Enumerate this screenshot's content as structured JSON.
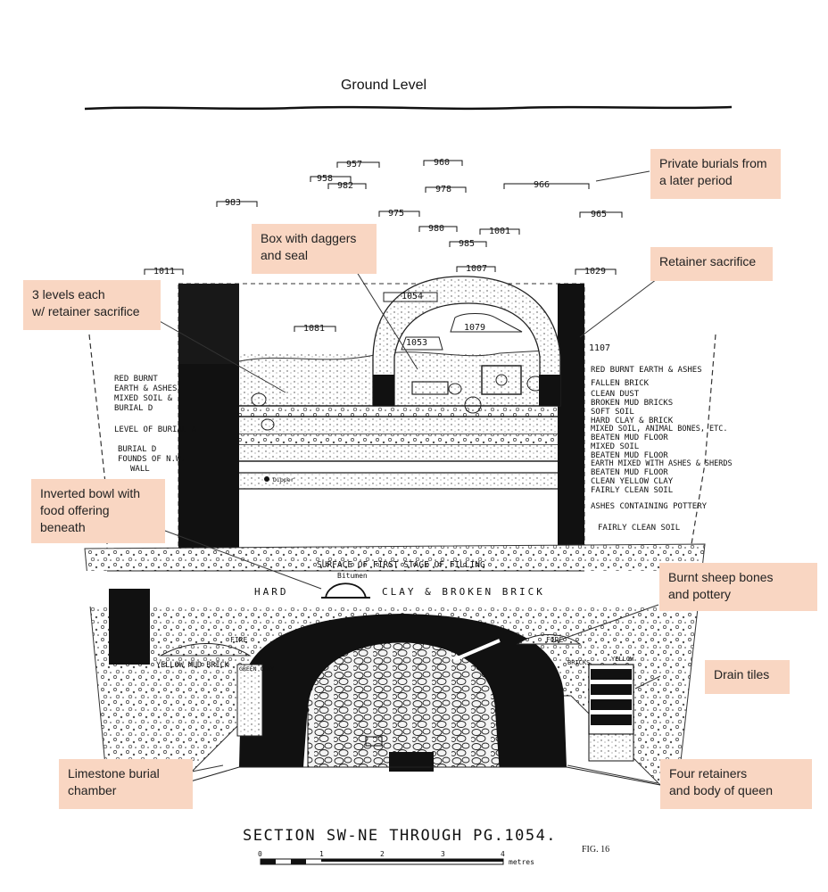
{
  "ground_level": "Ground Level",
  "callouts": {
    "private_burials": "Private burials from\na later period",
    "box_daggers": "Box with daggers\nand seal",
    "retainer_sacrifice": "Retainer sacrifice",
    "three_levels": "3 levels each\nw/ retainer sacrifice",
    "inverted_bowl": "Inverted bowl with\nfood offering\nbeneath",
    "burnt_sheep": "Burnt sheep bones\nand pottery",
    "drain_tiles": "Drain tiles",
    "limestone_chamber": "Limestone burial\nchamber",
    "four_retainers": "Four retainers\nand body of queen"
  },
  "burials": [
    "957",
    "958",
    "982",
    "960",
    "978",
    "966",
    "983",
    "975",
    "980",
    "1001",
    "965",
    "985",
    "1007",
    "1011",
    "1029",
    "1081",
    "1053",
    "1079",
    "1107",
    "1054"
  ],
  "left_labels": [
    "RED BURNT",
    "EARTH & ASHES",
    "MIXED SOIL &",
    "BURIAL D",
    "LEVEL OF BURIAL A",
    "BURIAL D",
    "FOUNDS OF N.W.",
    "WALL"
  ],
  "right_labels": [
    "RED BURNT EARTH & ASHES",
    "FALLEN BRICK",
    "CLEAN DUST",
    "BROKEN MUD BRICKS",
    "SOFT SOIL",
    "HARD CLAY & BRICK",
    "MIXED SOIL, ANIMAL BONES, ETC.",
    "BEATEN MUD FLOOR",
    "MIXED SOIL",
    "BEATEN MUD FLOOR",
    "EARTH MIXED WITH ASHES & SHERDS",
    "BEATEN MUD FLOOR",
    "CLEAN YELLOW CLAY",
    "FAIRLY CLEAN SOIL",
    "ASHES CONTAINING POTTERY",
    "FAIRLY CLEAN SOIL"
  ],
  "section_labels": {
    "surface": "SURFACE OF FIRST STAGE OF FILLING",
    "bitumen": "Bitumen",
    "hard": "HARD",
    "clay_brick": "CLAY & BROKEN BRICK",
    "fire_left": "FIRE",
    "fire_right": "FIRE",
    "yellow_mud": "YELLOW MUD BRICK",
    "green_clay": "GREEN CLAY",
    "bricks": "BRICKS",
    "yellow": "YELLOW",
    "dipper": "Dipper"
  },
  "caption": "SECTION SW-NE THROUGH PG.1054.",
  "fig": "FIG. 16",
  "scale": {
    "ticks": [
      "0",
      "1",
      "2",
      "3",
      "4"
    ],
    "unit": "metres"
  }
}
